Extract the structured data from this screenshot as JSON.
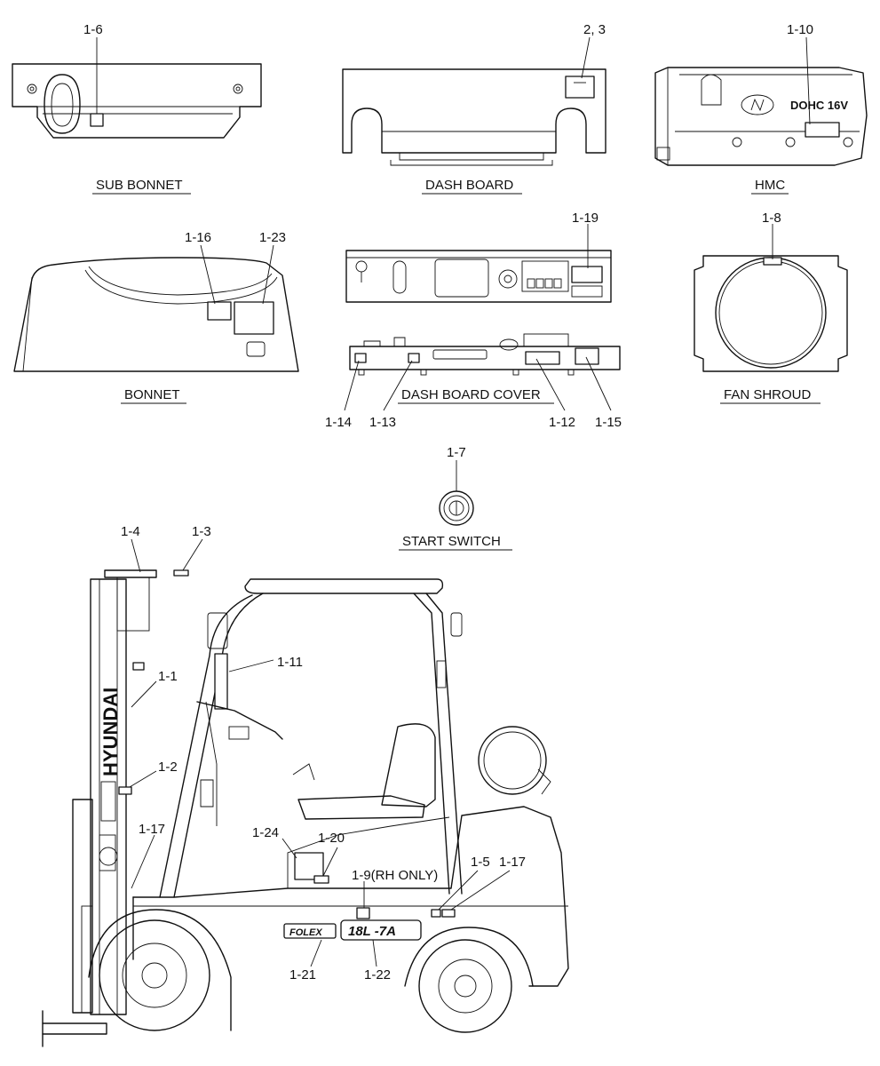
{
  "captions": {
    "sub_bonnet": "SUB BONNET",
    "dash_board": "DASH BOARD",
    "hmc": "HMC",
    "bonnet": "BONNET",
    "dash_board_cover": "DASH BOARD COVER",
    "fan_shroud": "FAN SHROUD",
    "start_switch": "START SWITCH"
  },
  "callouts": {
    "c1_6": "1-6",
    "c2_3": "2, 3",
    "c1_10": "1-10",
    "c1_16": "1-16",
    "c1_23": "1-23",
    "c1_19": "1-19",
    "c1_8": "1-8",
    "c1_14": "1-14",
    "c1_13": "1-13",
    "c1_12": "1-12",
    "c1_15": "1-15",
    "c1_7": "1-7",
    "c1_4": "1-4",
    "c1_3": "1-3",
    "c1_1": "1-1",
    "c1_11": "1-11",
    "c1_2": "1-2",
    "c1_17a": "1-17",
    "c1_24": "1-24",
    "c1_20": "1-20",
    "c1_9": "1-9(RH ONLY)",
    "c1_5": "1-5",
    "c1_17b": "1-17",
    "c1_21": "1-21",
    "c1_22": "1-22"
  },
  "decals": {
    "engine_text": "DOHC  16V",
    "mast_brand": "HYUNDAI",
    "series_badge": "FOLEX",
    "model_badge": "18L -7A"
  }
}
